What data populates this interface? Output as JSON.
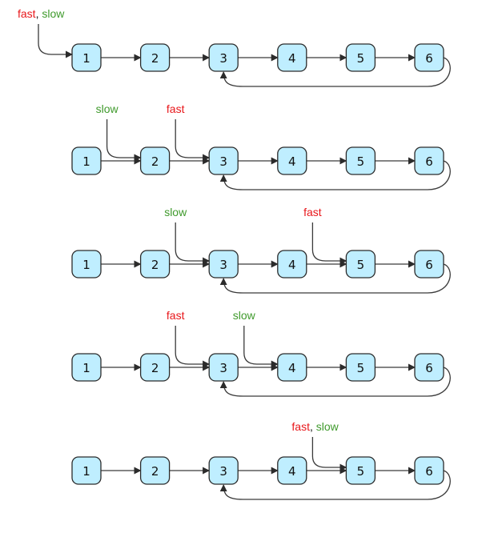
{
  "colors": {
    "fast": "#e8161a",
    "slow": "#3f9a2c",
    "node_fill": "#bfeeff",
    "node_stroke": "#2b2b2b",
    "edge": "#3a3a3a"
  },
  "nodes": [
    "1",
    "2",
    "3",
    "4",
    "5",
    "6"
  ],
  "cycle": {
    "from": "6",
    "to": "3"
  },
  "pointer_names": {
    "fast": "fast",
    "slow": "slow",
    "separator": ", "
  },
  "steps": [
    {
      "fast": "1",
      "slow": "1"
    },
    {
      "fast": "3",
      "slow": "2"
    },
    {
      "fast": "5",
      "slow": "3"
    },
    {
      "fast": "3",
      "slow": "4"
    },
    {
      "fast": "5",
      "slow": "5"
    }
  ]
}
